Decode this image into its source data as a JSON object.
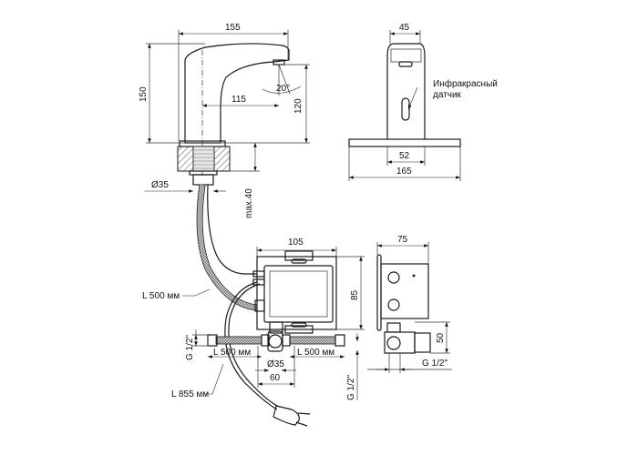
{
  "drawing": {
    "faucet_side": {
      "width": "155",
      "height": "150",
      "reach": "115",
      "spout_height": "120",
      "angle": "20°",
      "base_diameter": "Ø35",
      "max_thickness": "max.40"
    },
    "faucet_front": {
      "head_width": "45",
      "body_width": "52",
      "plate_width": "165",
      "sensor_label_line1": "Инфракрасный",
      "sensor_label_line2": "датчик"
    },
    "control_box_front": {
      "width": "105",
      "height": "85",
      "hose_left": "L 500 мм",
      "hose_right": "L 500 мм",
      "valve_diameter": "Ø35",
      "valve_spacing": "60",
      "thread_left": "G 1/2\"",
      "thread_bottom": "G 1/2\""
    },
    "control_box_side": {
      "depth": "75",
      "inlet_height": "50",
      "thread": "G 1/2\""
    },
    "cables": {
      "sensor_cable": "L 500 мм",
      "power_cable": "L 855 мм"
    }
  }
}
